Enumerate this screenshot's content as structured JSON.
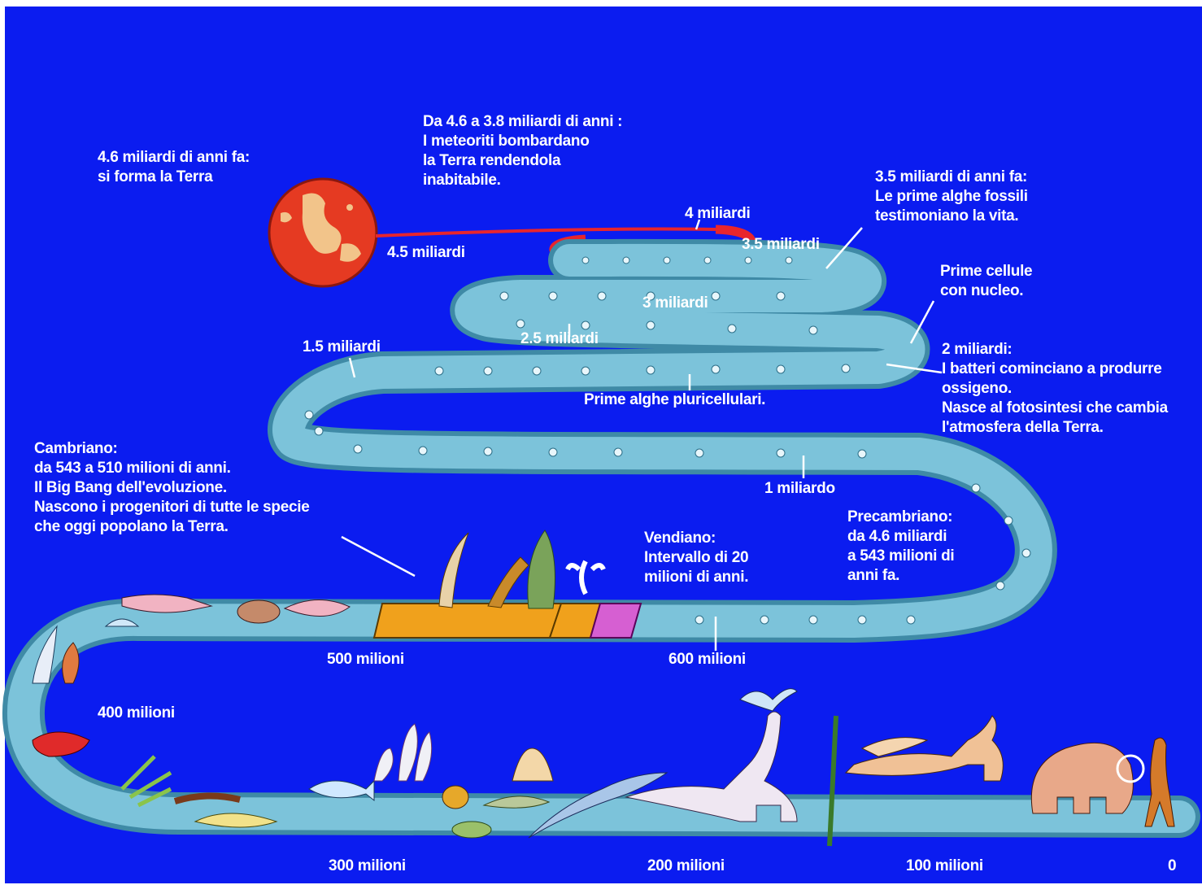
{
  "annotations": {
    "earth_forms": "4.6 miliardi di anni fa:\nsi forma la Terra",
    "meteorites": "Da 4.6 a 3.8 miliardi di anni :\nI meteoriti bombardano\nla Terra rendendola\ninabitabile.",
    "first_algae": "3.5 miliardi di anni fa:\nLe prime alghe fossili\ntestimoniano la vita.",
    "nucleus_cells": "Prime cellule\ncon nucleo.",
    "oxygen": "2 miliardi:\nI batteri cominciano a produrre\nossigeno.\nNasce al fotosintesi che cambia\nl'atmosfera della Terra.",
    "multicellular_algae": "Prime alghe pluricellulari.",
    "cambrian": "Cambriano:\nda 543 a 510 milioni di anni.\nIl Big Bang dell'evoluzione.\nNascono i progenitori di tutte le specie\nche oggi popolano la Terra.",
    "vendian": "Vendiano:\nIntervallo di 20\nmilioni di anni.",
    "precambrian": "Precambriano:\nda 4.6 miliardi\na 543 milioni di\nanni fa."
  },
  "time_markers": {
    "m4_5": "4.5 miliardi",
    "m4": "4 miliardi",
    "m3_5": "3.5 miliardi",
    "m3": "3 miliardi",
    "m2_5": "2.5 miliardi",
    "m1_5": "1.5 miliardi",
    "m1": "1 miliardo",
    "m600": "600 milioni",
    "m500": "500 milioni",
    "m400": "400 milioni",
    "m300": "300 milioni",
    "m200": "200 milioni",
    "m100": "100 milioni",
    "m0": "0"
  },
  "colors": {
    "background": "#0b1cf0",
    "track": "#7cc3da",
    "track_edge": "#3f8aa6",
    "early_track": "#e8252d",
    "earth": "#e53a22",
    "cambrian_band": "#f0a11c",
    "vendian_band": "#d65fd2",
    "text": "#ffffff"
  }
}
